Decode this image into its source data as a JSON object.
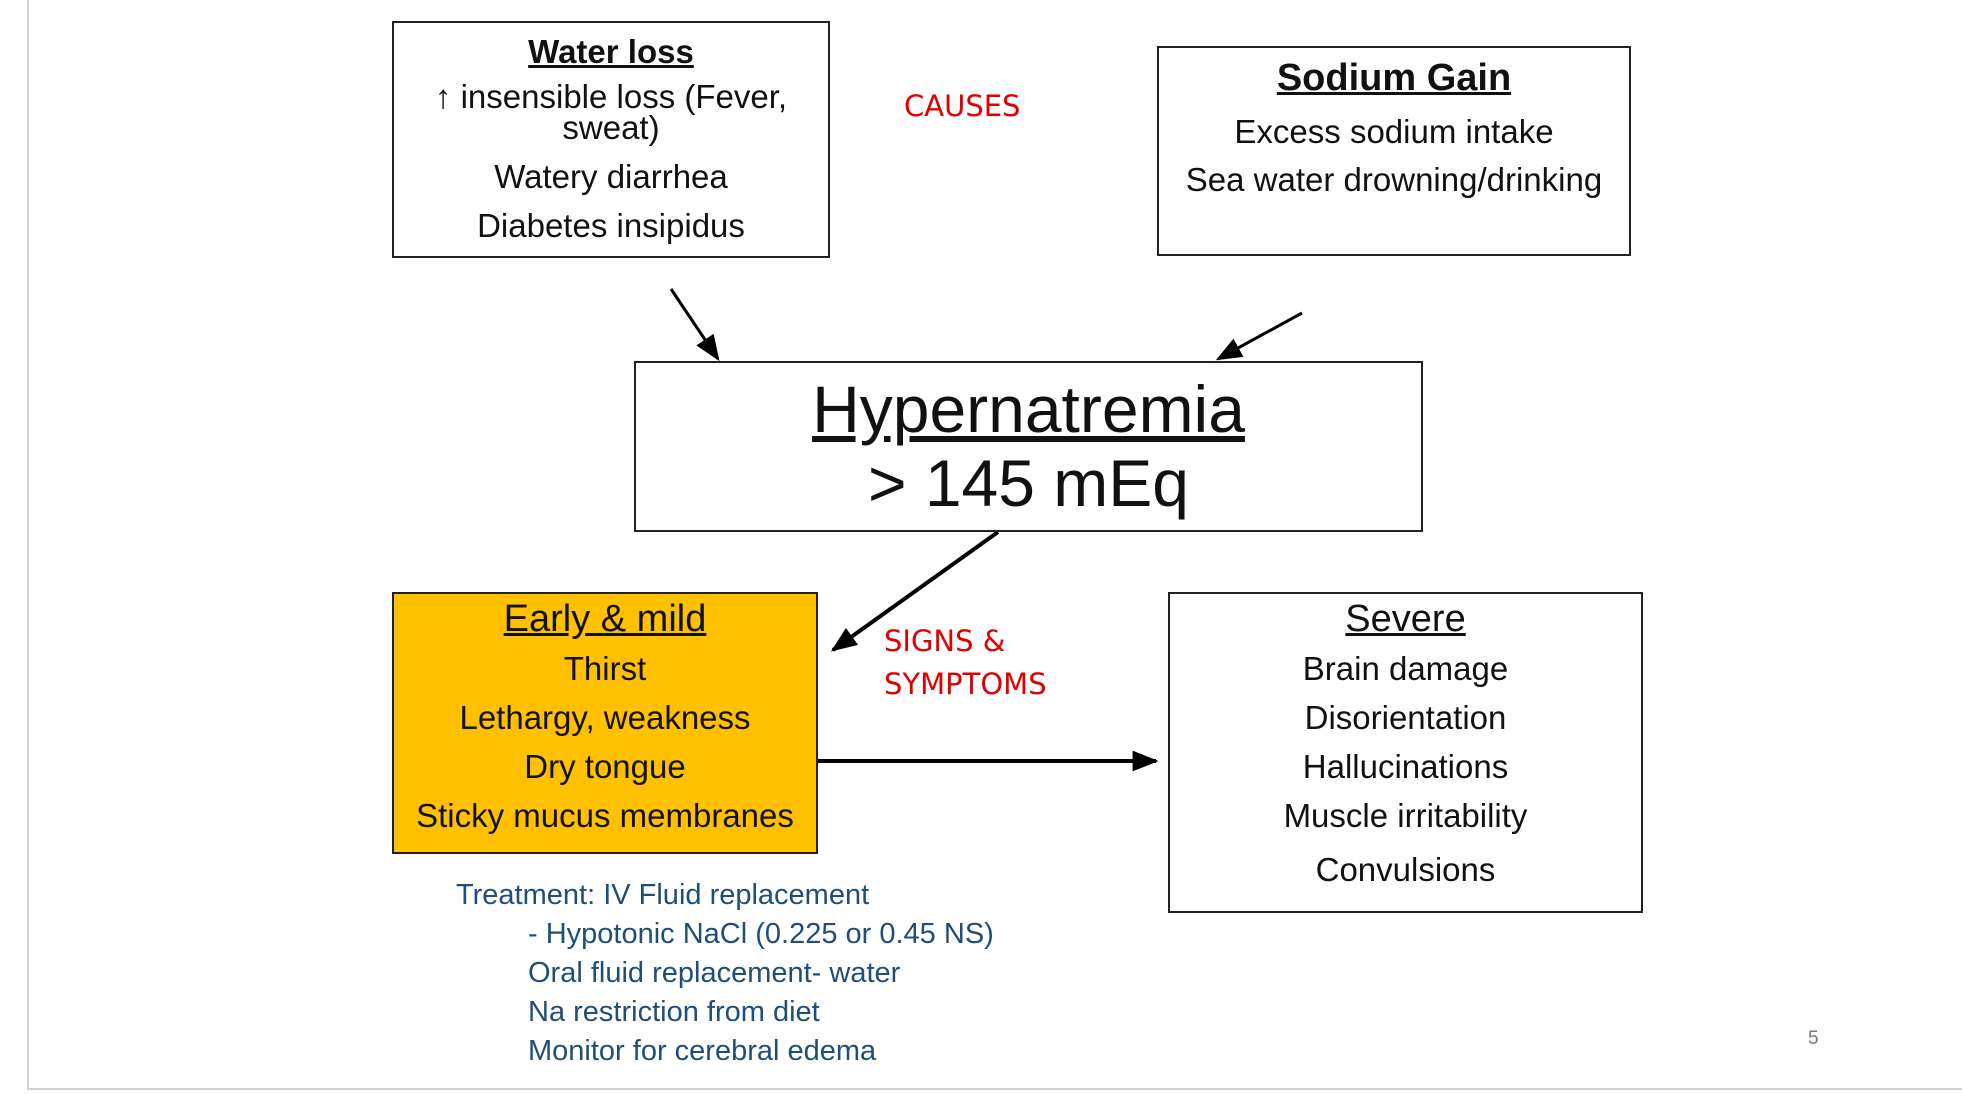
{
  "diagram": {
    "causes_label": "CAUSES",
    "signs_label_line1": "SIGNS &",
    "signs_label_line2": "SYMPTOMS",
    "water_loss": {
      "title": "Water loss",
      "items": [
        "↑ insensible loss (Fever,",
        "sweat)",
        "Watery diarrhea",
        "Diabetes insipidus"
      ]
    },
    "sodium_gain": {
      "title": "Sodium Gain",
      "items": [
        "Excess sodium intake",
        "Sea water drowning/drinking"
      ]
    },
    "hypernatremia": {
      "title": "Hypernatremia",
      "value": "> 145 mEq"
    },
    "early_mild": {
      "title": "Early & mild",
      "items": [
        "Thirst",
        "Lethargy, weakness",
        "Dry tongue",
        "Sticky mucus membranes"
      ],
      "fill_color": "#FFC000"
    },
    "severe": {
      "title": "Severe",
      "items": [
        "Brain damage",
        "Disorientation",
        "Hallucinations",
        "Muscle irritability",
        "Convulsions"
      ]
    },
    "treatment": {
      "label": "Treatment:   IV Fluid replacement",
      "items": [
        "- Hypotonic NaCl (0.225 or 0.45 NS)",
        "Oral fluid replacement- water",
        "Na restriction from diet",
        "Monitor for cerebral edema"
      ]
    },
    "edges": [
      {
        "from": "water_loss",
        "to": "hypernatremia"
      },
      {
        "from": "sodium_gain",
        "to": "hypernatremia"
      },
      {
        "from": "hypernatremia",
        "to": "early_mild"
      },
      {
        "from": "early_mild",
        "to": "severe"
      }
    ],
    "colors": {
      "label_red": "#e00000",
      "treatment_blue": "#1f4e79"
    }
  },
  "page_number": "5"
}
